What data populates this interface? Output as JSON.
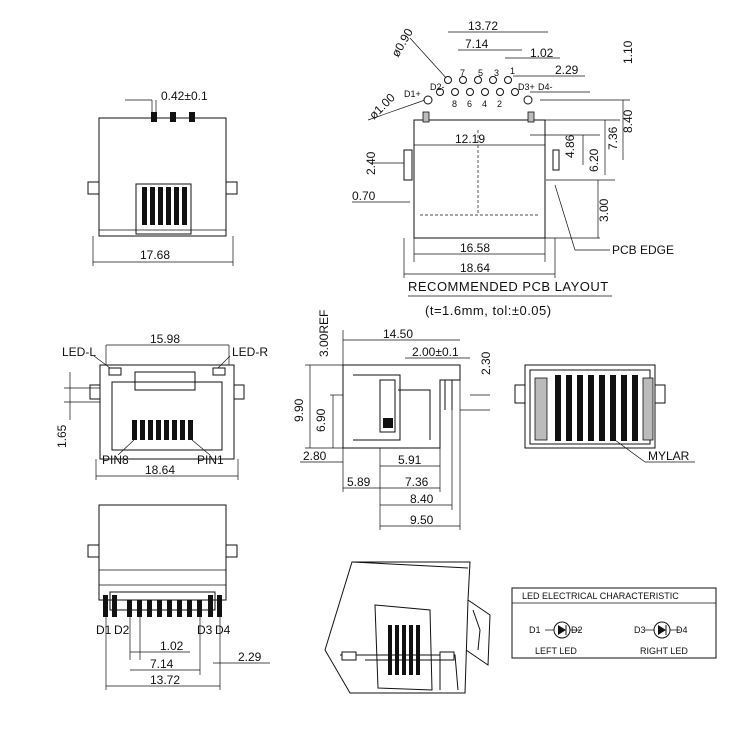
{
  "pcb_layout": {
    "title": "RECOMMENDED PCB LAYOUT",
    "note": "(t=1.6mm, tol:±0.05)",
    "pcb_edge_label": "PCB EDGE",
    "dims": {
      "d_13_72": "13.72",
      "d_7_14": "7.14",
      "d_1_02": "1.02",
      "d_2_29": "2.29",
      "d_1_10": "1.10",
      "d_0_90": "ø0.90",
      "d_1_00": "ø1.00",
      "d_8_40": "8.40",
      "d_7_36": "7.36",
      "d_6_20": "6.20",
      "d_4_86": "4.86",
      "d_12_19": "12.19",
      "d_2_40": "2.40",
      "d_0_70": "0.70",
      "d_3_00": "3.00",
      "d_16_58": "16.58",
      "d_18_64": "18.64"
    },
    "pin_top": [
      "7",
      "5",
      "3",
      "1"
    ],
    "pin_bottom": [
      "8",
      "6",
      "4",
      "2"
    ],
    "led_pins": {
      "d1p": "D1+",
      "d2m": "D2-",
      "d3p": "D3+",
      "d4m": "D4-"
    }
  },
  "top_view": {
    "dims": {
      "pin_width": "0.42±0.1",
      "width": "17.68"
    }
  },
  "front_view": {
    "dims": {
      "width_top": "15.98",
      "width_bottom": "18.64",
      "height_left": "1.65"
    },
    "labels": {
      "led_l": "LED-L",
      "led_r": "LED-R",
      "pin8": "PIN8",
      "pin1": "PIN1"
    }
  },
  "side_view": {
    "dims": {
      "d_3_00_ref": "3.00REF",
      "d_14_50": "14.50",
      "d_2_00": "2.00±0.1",
      "d_2_30": "2.30",
      "d_9_90": "9.90",
      "d_6_90": "6.90",
      "d_2_80": "2.80",
      "d_5_91": "5.91",
      "d_5_89": "5.89",
      "d_7_36": "7.36",
      "d_8_40": "8.40",
      "d_9_50": "9.50"
    }
  },
  "rear_view": {
    "labels": {
      "mylar": "MYLAR"
    }
  },
  "bottom_view": {
    "dims": {
      "d_1_02": "1.02",
      "d_7_14": "7.14",
      "d_13_72": "13.72",
      "d_2_29": "2.29"
    },
    "labels": {
      "d1": "D1",
      "d2": "D2",
      "d3": "D3",
      "d4": "D4"
    }
  },
  "led_box": {
    "title": "LED ELECTRICAL CHARACTERISTIC",
    "left": {
      "a": "D1",
      "b": "D2",
      "label": "LEFT LED"
    },
    "right": {
      "a": "D3",
      "b": "D4",
      "label": "RIGHT LED"
    }
  }
}
